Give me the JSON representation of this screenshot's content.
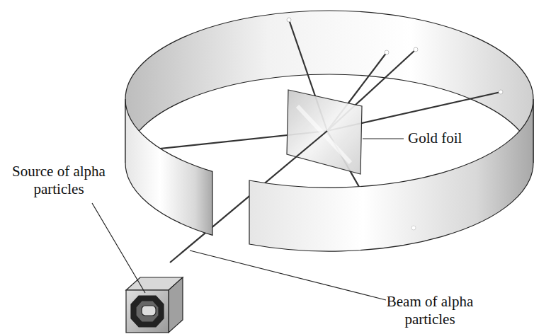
{
  "diagram": {
    "labels": [
      "Source of alpha particles",
      "Gold foil",
      "Beam of alpha particles"
    ]
  }
}
